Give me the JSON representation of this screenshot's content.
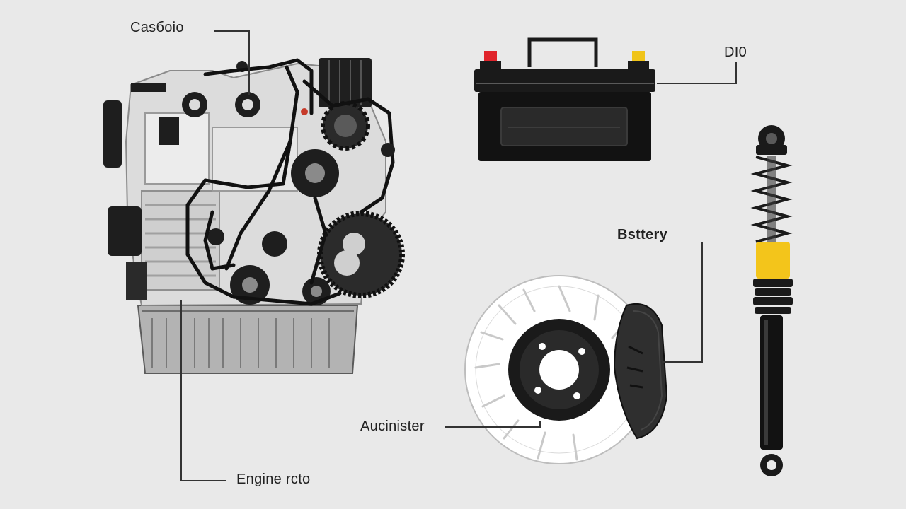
{
  "labels": {
    "carburetor": "Cаsбоіо",
    "dio": "DI0",
    "battery": "Bsttery",
    "admin": "Aucinister",
    "engine": "Engine rcto"
  },
  "colors": {
    "background": "#e9e9e9",
    "line": "#222222",
    "battery_body": "#1a1a1a",
    "terminal_positive": "#e0242b",
    "terminal_negative": "#f0c419",
    "shock_sleeve": "#f3c51b",
    "engine_light": "#d9d9d9",
    "engine_mid": "#a9a9a9"
  },
  "components": [
    "engine",
    "car-battery",
    "brake-disc",
    "brake-pad",
    "shock-absorber"
  ]
}
